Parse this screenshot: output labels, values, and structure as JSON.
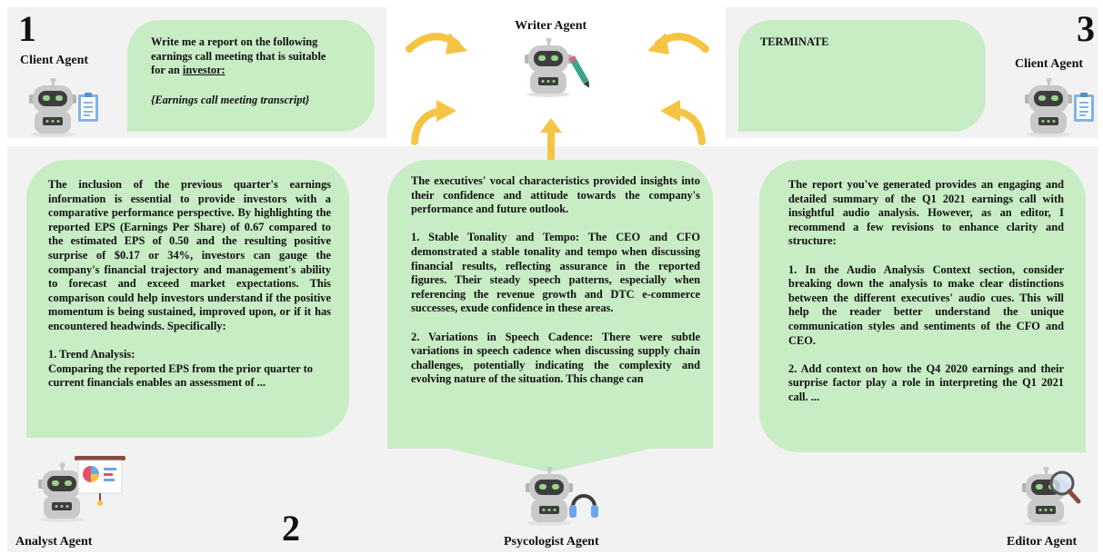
{
  "stage1": {
    "number": "1",
    "agent": "Client Agent",
    "message_line1": "Write me a report on the following\nearnings call meeting that is suitable\nfor an ",
    "message_underlined": "investor:",
    "message_placeholder": "{Earnings call meeting transcript}"
  },
  "writer": {
    "agent": "Writer Agent"
  },
  "stage3": {
    "number": "3",
    "agent": "Client Agent",
    "message": "TERMINATE"
  },
  "stage2": {
    "number": "2",
    "analyst": {
      "agent": "Analyst Agent",
      "para1": "The inclusion of the previous quarter's earnings information is essential to provide investors with a comparative performance perspective. By highlighting the reported EPS (Earnings Per Share) of 0.67 compared to the estimated EPS of 0.50 and the resulting positive surprise of $0.17 or 34%, investors can gauge the company's financial trajectory and management's ability to forecast and exceed market expectations. This comparison could help investors understand if the positive momentum is being sustained, improved upon, or if it has encountered headwinds. Specifically:",
      "para2": "1. Trend Analysis:\nComparing the reported EPS from the prior quarter to current financials enables an assessment of ..."
    },
    "psychologist": {
      "agent": "Psycologist Agent",
      "para1": "The executives' vocal characteristics provided insights into their confidence and attitude towards the company's performance and future outlook.",
      "para2": "1. Stable Tonality and Tempo: The CEO and CFO demonstrated a stable tonality and tempo when discussing financial results, reflecting assurance in the reported figures. Their steady speech patterns, especially when referencing the revenue growth and DTC e-commerce successes, exude confidence in these areas.",
      "para3": "2. Variations in Speech Cadence: There were subtle variations in speech cadence when discussing supply chain challenges, potentially indicating the complexity and evolving nature of the situation. This change can"
    },
    "editor": {
      "agent": "Editor Agent",
      "para1": "The report you've generated provides an engaging and detailed summary of the Q1 2021 earnings call with insightful audio analysis. However, as an editor, I recommend a few revisions to enhance clarity and structure:",
      "para2": "1. In the Audio Analysis Context section, consider breaking down the analysis to make clear distinctions between the different executives' audio cues. This will help the reader better understand the unique communication styles and sentiments of the CFO and CEO.",
      "para3": "2. Add context on how the Q4 2020 earnings and their surprise factor play a role in interpreting the Q1 2021 call.  ..."
    }
  },
  "colors": {
    "panel": "#f2f2f2",
    "bubble": "#c8ecc4",
    "arrow": "#f5c443",
    "robot_body": "#c9c9c9",
    "robot_face": "#3d3d3d",
    "robot_eyes": "#9ad48d"
  }
}
